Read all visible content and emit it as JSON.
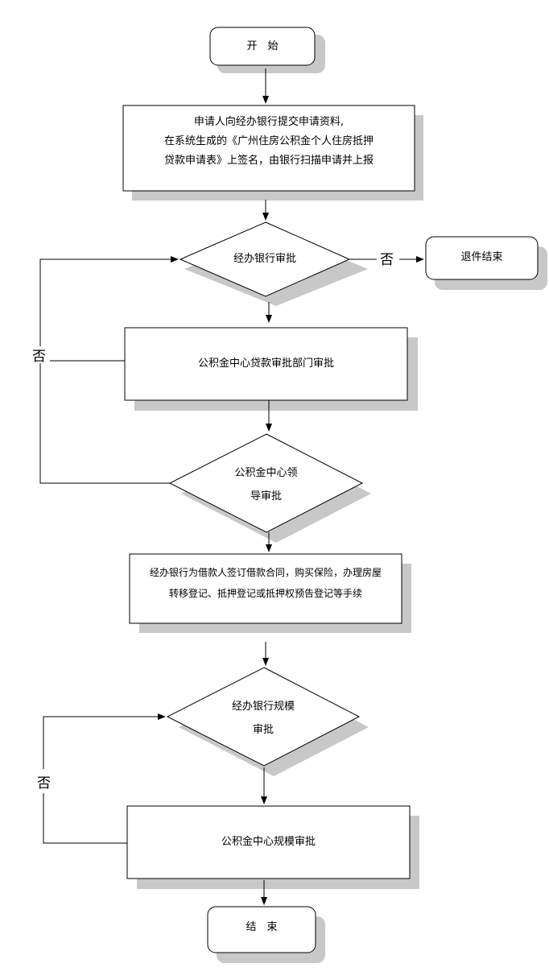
{
  "nodes": {
    "start": "开　始",
    "apply": [
      "申请人向经办银行提交申请资料,",
      "在系统生成的《广州住房公积金个人住房抵押",
      "贷款申请表》上签名，由银行扫描申请并上报"
    ],
    "bank_approval": "经办银行审批",
    "return_end": "退件结束",
    "center_dept_approval": "公积金中心贷款审批部门审批",
    "leader_approval": [
      "公积金中心领",
      "导审批"
    ],
    "sign_contract": [
      "经办银行为借款人签订借款合同，购买保险，办理房屋",
      "转移登记、抵押登记或抵押权预告登记等手续"
    ],
    "bank_scale_approval": [
      "经办银行规模",
      "审批"
    ],
    "center_scale_approval": "公积金中心规模审批",
    "end": "结　束"
  },
  "edge_labels": {
    "bank_reject": "否",
    "leader_reject": "否",
    "scale_reject": "否"
  },
  "colors": {
    "stroke": "#000000",
    "shadow": "#c8c8c8",
    "fill": "#ffffff"
  }
}
